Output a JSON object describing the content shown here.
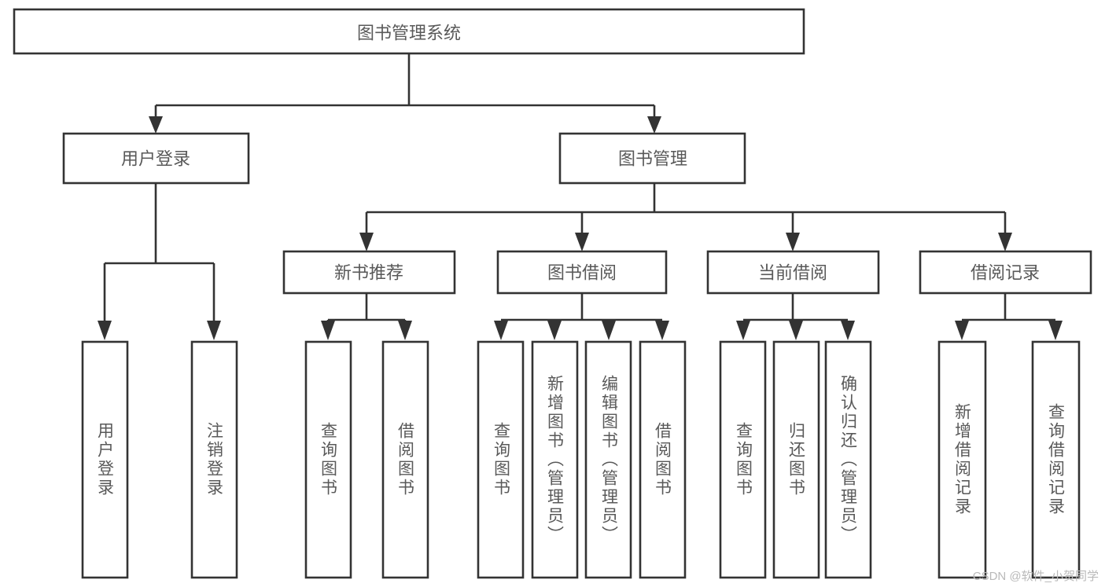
{
  "diagram": {
    "type": "tree",
    "title": "图书管理系统",
    "watermark": "CSDN @软件_小贺同学",
    "colors": {
      "box_stroke": "#333333",
      "box_fill": "#ffffff",
      "label_text": "#595959",
      "connector": "#333333",
      "watermark": "#b9b9b9",
      "background": "#ffffff"
    },
    "levels": {
      "root": "图书管理系统",
      "level2": [
        "用户登录",
        "图书管理"
      ],
      "level3": [
        "新书推荐",
        "图书借阅",
        "当前借阅",
        "借阅记录"
      ]
    },
    "nodes": {
      "root": {
        "label": "图书管理系统",
        "orientation": "horizontal"
      },
      "user_login": {
        "label": "用户登录",
        "orientation": "horizontal"
      },
      "book_manage": {
        "label": "图书管理",
        "orientation": "horizontal"
      },
      "new_book_rec": {
        "label": "新书推荐",
        "orientation": "horizontal"
      },
      "book_borrow": {
        "label": "图书借阅",
        "orientation": "horizontal"
      },
      "current_borrow": {
        "label": "当前借阅",
        "orientation": "horizontal"
      },
      "borrow_record": {
        "label": "借阅记录",
        "orientation": "horizontal"
      },
      "leaf_user_login": {
        "label": "用户登录",
        "orientation": "vertical"
      },
      "leaf_logout": {
        "label": "注销登录",
        "orientation": "vertical"
      },
      "leaf_query_book_rec": {
        "label": "查询图书",
        "orientation": "vertical"
      },
      "leaf_borrow_book_rec": {
        "label": "借阅图书",
        "orientation": "vertical"
      },
      "leaf_query_book_borrow": {
        "label": "查询图书",
        "orientation": "vertical"
      },
      "leaf_add_book": {
        "label": "新增图书（管理员）",
        "orientation": "vertical"
      },
      "leaf_edit_book": {
        "label": "编辑图书（管理员）",
        "orientation": "vertical"
      },
      "leaf_borrow_book": {
        "label": "借阅图书",
        "orientation": "vertical"
      },
      "leaf_query_book_cur": {
        "label": "查询图书",
        "orientation": "vertical"
      },
      "leaf_return_book": {
        "label": "归还图书",
        "orientation": "vertical"
      },
      "leaf_confirm_return": {
        "label": "确认归还（管理员）",
        "orientation": "vertical"
      },
      "leaf_add_record": {
        "label": "新增借阅记录",
        "orientation": "vertical"
      },
      "leaf_query_record": {
        "label": "查询借阅记录",
        "orientation": "vertical"
      }
    },
    "edges": [
      {
        "from": "root",
        "to": "user_login"
      },
      {
        "from": "root",
        "to": "book_manage"
      },
      {
        "from": "user_login",
        "to": "leaf_user_login"
      },
      {
        "from": "user_login",
        "to": "leaf_logout"
      },
      {
        "from": "book_manage",
        "to": "new_book_rec"
      },
      {
        "from": "book_manage",
        "to": "book_borrow"
      },
      {
        "from": "book_manage",
        "to": "current_borrow"
      },
      {
        "from": "book_manage",
        "to": "borrow_record"
      },
      {
        "from": "new_book_rec",
        "to": "leaf_query_book_rec"
      },
      {
        "from": "new_book_rec",
        "to": "leaf_borrow_book_rec"
      },
      {
        "from": "book_borrow",
        "to": "leaf_query_book_borrow"
      },
      {
        "from": "book_borrow",
        "to": "leaf_add_book"
      },
      {
        "from": "book_borrow",
        "to": "leaf_edit_book"
      },
      {
        "from": "book_borrow",
        "to": "leaf_borrow_book"
      },
      {
        "from": "current_borrow",
        "to": "leaf_query_book_cur"
      },
      {
        "from": "current_borrow",
        "to": "leaf_return_book"
      },
      {
        "from": "current_borrow",
        "to": "leaf_confirm_return"
      },
      {
        "from": "borrow_record",
        "to": "leaf_add_record"
      },
      {
        "from": "borrow_record",
        "to": "leaf_query_record"
      }
    ]
  }
}
